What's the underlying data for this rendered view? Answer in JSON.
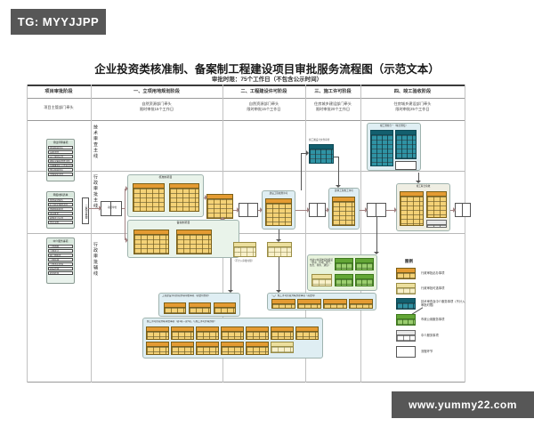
{
  "banners": {
    "tg": "TG: MYYJJPP",
    "site": "www.yummy22.com"
  },
  "title": "企业投资类核准制、备案制工程建设项目审批服务流程图（示范文本）",
  "subtitle": "审批时限：75个工作日（不包含公示时间）",
  "table": {
    "corner": {
      "stage_header": "项目审批阶段",
      "lead_header": "项目主管部门牵头"
    },
    "stages": [
      {
        "label": "一、立项用地规划阶段",
        "lead": "自然资源部门牵头",
        "limit": "限时审批15个工作日"
      },
      {
        "label": "二、工程建设许可阶段",
        "lead": "自然资源部门牵头",
        "limit": "限时审批15个工作日"
      },
      {
        "label": "三、施工许可阶段",
        "lead": "住房城乡建设部门牵头",
        "limit": "限时审批20个工作日"
      },
      {
        "label": "四、竣工验收阶段",
        "lead": "住房城乡建设部门牵头",
        "limit": "限时审批25个工作日"
      }
    ],
    "lanes": [
      "技术审查主线",
      "行政审批主线",
      "行政审批辅线"
    ]
  },
  "left_panels": [
    {
      "title": "评估评审事项",
      "rows": [
        "环境影响评价",
        "节能评估",
        "水土保持方案",
        "地质灾害危险性评估",
        "压覆重要矿产资源评估",
        "洪水影响评价",
        "文物保护评估"
      ]
    },
    {
      "title": "申报材料清单",
      "rows": [
        "项目申请报告",
        "社会稳定风险评估",
        "用地预审意见",
        "选址意见",
        "规划设计方案",
        "资金证明"
      ]
    },
    {
      "title": "中介服务事项",
      "rows": [
        "工程勘察",
        "工程设计",
        "施工图审查",
        "工程监理",
        "工程造价咨询",
        "招标代理",
        "检验检测"
      ]
    }
  ],
  "intake_label": "一窗综合受理",
  "flow": {
    "start": "项目单位",
    "stage1": {
      "branch_top": "核准制项目",
      "branch_bottom": "备案制项目",
      "merge": "建设用地规划许可"
    },
    "stage2": {
      "title": "建设工程规划许可",
      "note": "（不计入审批时限）"
    },
    "stage3": {
      "title": "建筑工程施工许可"
    },
    "stage4": {
      "title": "竣工联合验收"
    },
    "tech": {
      "plan_review": "施工图设计文件审查",
      "survey": "竣工测验合一（联合测绘）"
    },
    "aux": {
      "utility": "市政公用基础设施报装（供水、供电、燃气、热力、排水、通信）",
      "parallel_a": "工程建设许可阶段并联审批事项（需要时办理）",
      "parallel_b": "（三）施工许可阶段并联办理事项（需要时）",
      "parallel_main": "施工许可阶段并联审批事项（第1项—第7项，与施工许可并联办理）"
    }
  },
  "legend": {
    "title": "图例",
    "items": [
      {
        "label": "行政审批必办事项",
        "swatch": "yellow"
      },
      {
        "label": "行政审批可选事项",
        "swatch": "pale"
      },
      {
        "label": "技术审查及中介服务事项（不计入审批时限）",
        "swatch": "teal"
      },
      {
        "label": "市政公用服务事项",
        "swatch": "green"
      },
      {
        "label": "中介服务事项",
        "swatch": "whitet"
      },
      {
        "label": "流程环节",
        "swatch": "plain"
      }
    ]
  },
  "colors": {
    "banner_bg": "#575757",
    "approval_yellow": "#f4d277",
    "technical_teal": "#2f93a4",
    "utility_green": "#9bce6f",
    "optional_pale": "#f8f0c9",
    "container_blue": "#dfeef3",
    "flow_line": "#a38383"
  }
}
